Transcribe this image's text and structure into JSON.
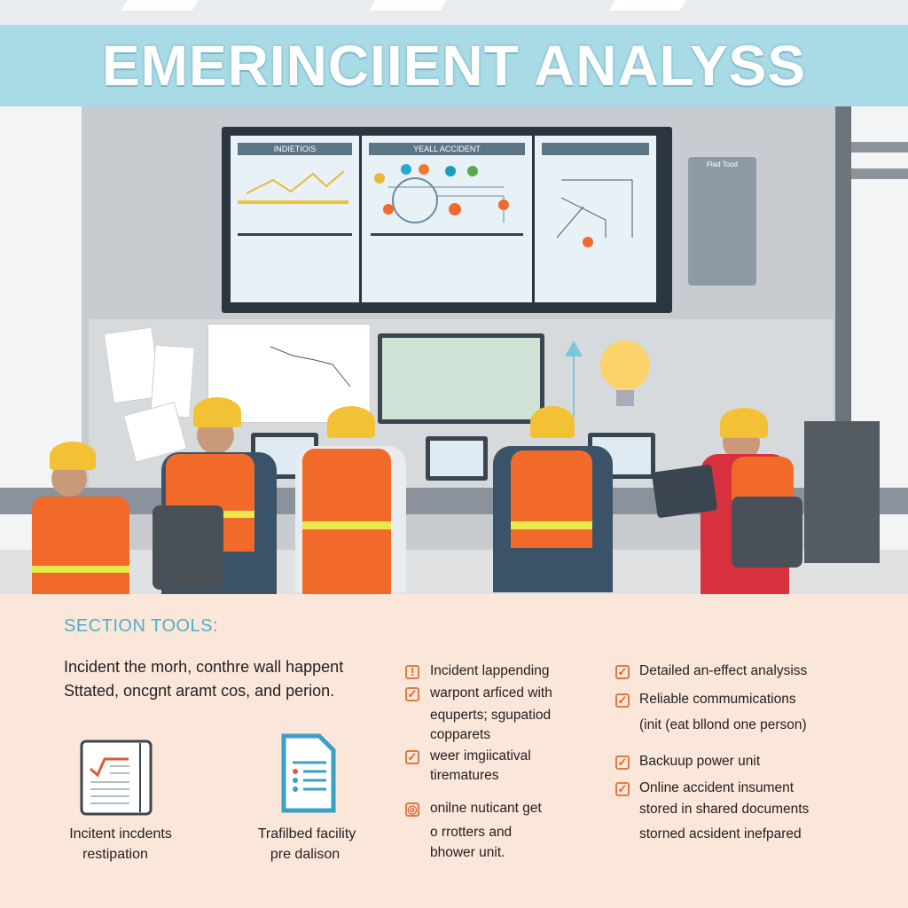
{
  "title": "EMERINCIIENT ANALYSS",
  "screens": {
    "left_title": "INDIETIOIS",
    "center_title": "YEALL ACCIDENT",
    "side_panel_title": "Flad Tood"
  },
  "section": {
    "heading": "SECTION TOOLS:",
    "paragraph": [
      "Incident the morh, conthre wall happent",
      "Sttated, oncgnt aramt cos, and perion."
    ],
    "tools": [
      {
        "icon": "notebook-check-icon",
        "caption": [
          "Incitent incdents",
          "restipation"
        ]
      },
      {
        "icon": "checklist-document-icon",
        "caption": [
          "Trafilbed facility",
          "pre dalison"
        ]
      }
    ],
    "checklist_left": [
      {
        "lines": [
          "Incident lappending"
        ]
      },
      {
        "lines": [
          "warpont arficed with",
          "equperts; sgupatiod",
          "copparets"
        ]
      },
      {
        "lines": [
          "weer imgiicatival",
          "tirematures"
        ]
      },
      {
        "lines": [
          "onilne nuticant get",
          "o rrotters and",
          "bhower unit."
        ]
      }
    ],
    "checklist_right": [
      {
        "lines": [
          "Detailed an-effect analysiss"
        ]
      },
      {
        "lines": [
          "Reliable commumications",
          "(init (eat bllond one person)"
        ]
      },
      {
        "lines": [
          "Backuup power unit"
        ]
      },
      {
        "lines": [
          "Online accident insument",
          "stored in shared documents",
          "storned acsident inefpared"
        ]
      }
    ]
  },
  "colors": {
    "accent": "#4fb0c6",
    "check": "#e07a45",
    "vest": "#f26a2a",
    "helmet": "#f3c234"
  }
}
